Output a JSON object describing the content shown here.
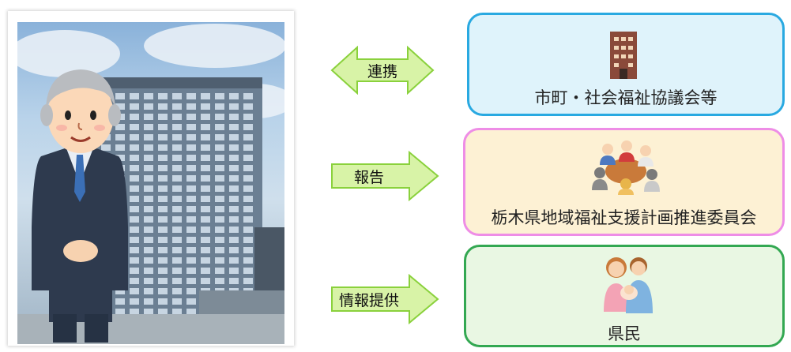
{
  "arrows": [
    {
      "label": "連携",
      "kind": "double"
    },
    {
      "label": "報告",
      "kind": "right"
    },
    {
      "label": "情報提供",
      "kind": "right"
    }
  ],
  "boxes": [
    {
      "label": "市町・社会福祉協議会等",
      "icon": "building-icon",
      "fill": "#dff3fb",
      "border": "#29a9e1"
    },
    {
      "label": "栃木県地域福祉支援計画推進委員会",
      "icon": "meeting-people-icon",
      "fill": "#fdf1d4",
      "border": "#ee8de6"
    },
    {
      "label": "県民",
      "icon": "family-icon",
      "fill": "#e9f7e3",
      "border": "#33a852"
    }
  ],
  "colors": {
    "arrow_fill": "#d8f3a7",
    "arrow_stroke": "#8ad13c"
  }
}
